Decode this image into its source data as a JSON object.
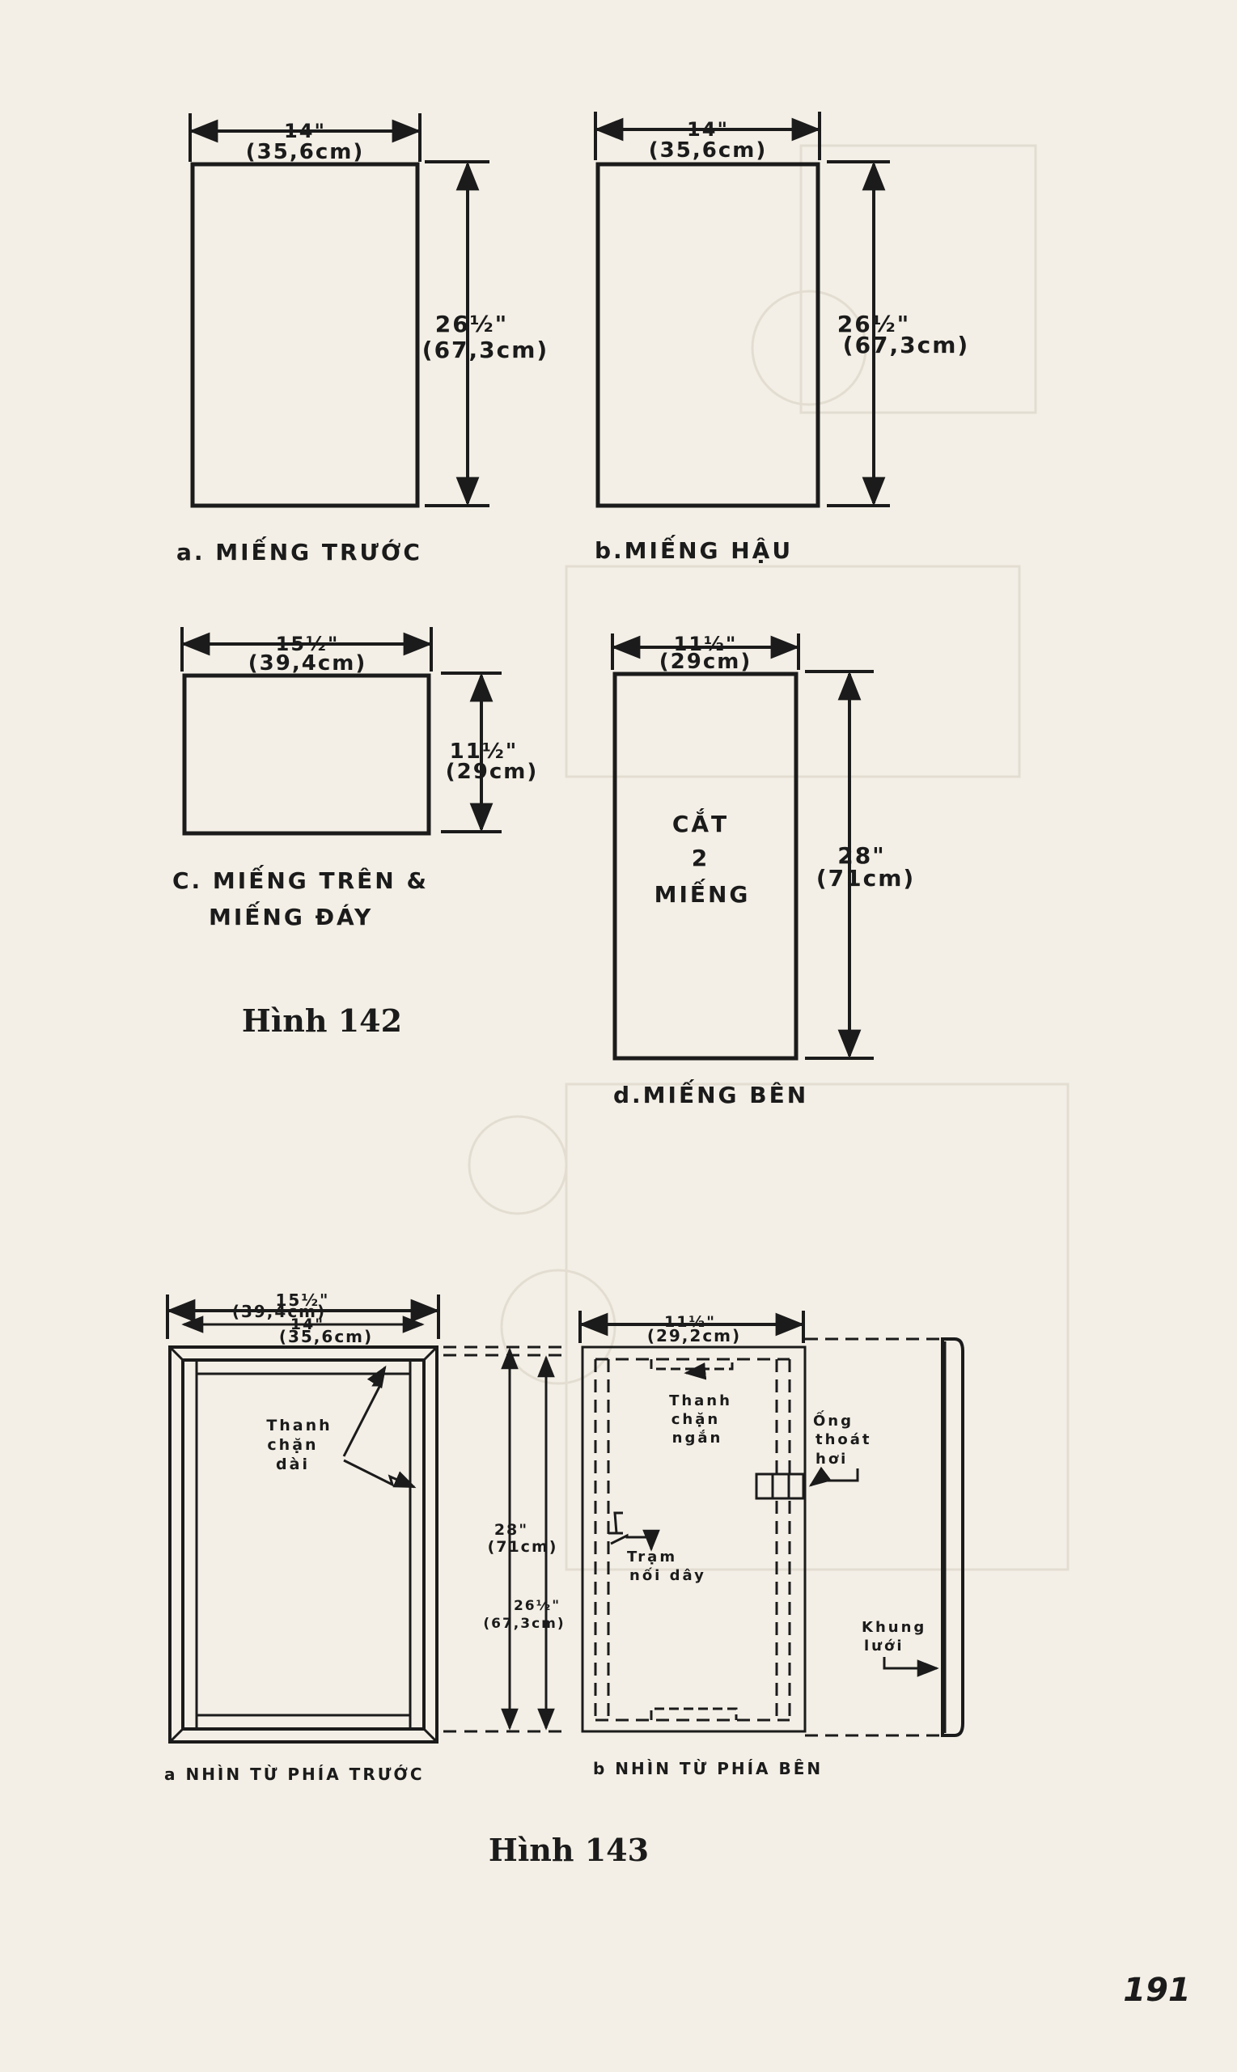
{
  "fig142": {
    "front": {
      "width_in": "14\"",
      "width_cm": "(35,6cm)",
      "height_in": "26½\"",
      "height_cm": "(67,3cm)",
      "caption": "a. MIẾNG TRƯỚC"
    },
    "back": {
      "width_in": "14\"",
      "width_cm": "(35,6cm)",
      "height_in": "26½\"",
      "height_cm": "(67,3cm)",
      "caption": "b.MIẾNG HẬU"
    },
    "top": {
      "width_in": "15½\"",
      "width_cm": "(39,4cm)",
      "height_in": "11½\"",
      "height_cm": "(29cm)",
      "caption_line1": "C. MIẾNG TRÊN &",
      "caption_line2": "MIẾNG ĐÁY"
    },
    "side": {
      "width_in": "11½\"",
      "width_cm": "(29cm)",
      "height_in": "28\"",
      "height_cm": "(71cm)",
      "note_line1": "CẮT",
      "note_line2": "2",
      "note_line3": "MIẾNG",
      "caption": "d.MIẾNG BÊN"
    },
    "title": "Hình 142"
  },
  "fig143": {
    "front_view": {
      "outer_in": "15½\"",
      "outer_cm": "(39,4cm)",
      "inner_in": "14\"",
      "inner_cm": "(35,6cm)",
      "label_line1": "Thanh",
      "label_line2": "chặn",
      "label_line3": "dài",
      "caption": "a NHÌN TỪ PHÍA TRƯỚC"
    },
    "heights": {
      "outer_in": "28\"",
      "outer_cm": "(71cm)",
      "inner_in": "26½\"",
      "inner_cm": "(67,3cm)"
    },
    "side_view": {
      "width_in": "11½\"",
      "width_cm": "(29,2cm)",
      "short_line1": "Thanh",
      "short_line2": "chặn",
      "short_line3": "ngắn",
      "port_line1": "Ống",
      "port_line2": "thoát",
      "port_line3": "hơi",
      "terminal_line1": "Trạm",
      "terminal_line2": "nối dây",
      "grille_line1": "Khung",
      "grille_line2": "lưới",
      "caption": "b NHÌN TỪ PHÍA BÊN"
    },
    "title": "Hình 143"
  },
  "page_number": "191"
}
